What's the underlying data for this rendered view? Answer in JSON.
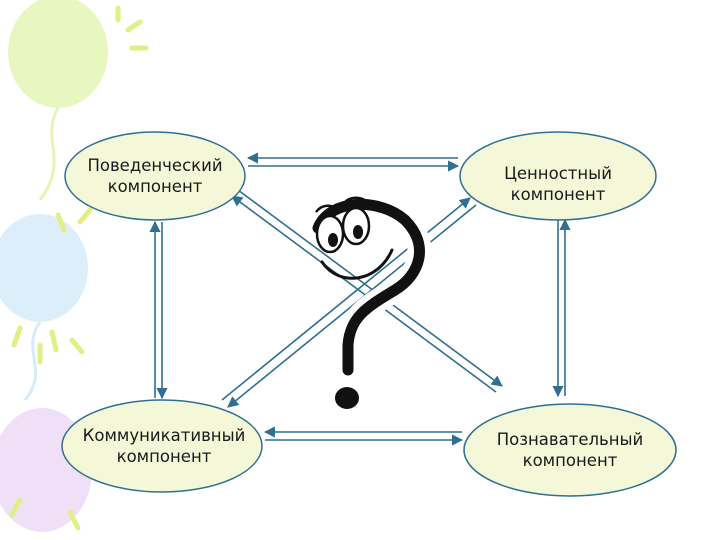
{
  "colors": {
    "node_fill": "#f4f8d8",
    "node_stroke": "#2f6f92",
    "connector": "#2f6f92",
    "balloon_green": "#e4f6b4",
    "balloon_blue": "#d6ebf8",
    "balloon_lilac": "#ecdaf6",
    "sparkle": "#e2ee86",
    "question_mark": "#111111"
  },
  "nodes": {
    "behavioral": {
      "line1": "Поведенческий",
      "line2": "компонент"
    },
    "value": {
      "line1": "Ценностный",
      "line2": "компонент"
    },
    "communicative": {
      "line1": "Коммуникативный",
      "line2": "компонент"
    },
    "cognitive": {
      "line1": "Познавательный",
      "line2": "компонент"
    }
  },
  "connections": [
    [
      "behavioral",
      "value"
    ],
    [
      "behavioral",
      "communicative"
    ],
    [
      "behavioral",
      "cognitive"
    ],
    [
      "value",
      "cognitive"
    ],
    [
      "value",
      "communicative"
    ],
    [
      "communicative",
      "cognitive"
    ]
  ],
  "center_icon": "smiling-question-mark-icon",
  "decor_icons": [
    "balloon-icon",
    "sparkle-icon"
  ]
}
